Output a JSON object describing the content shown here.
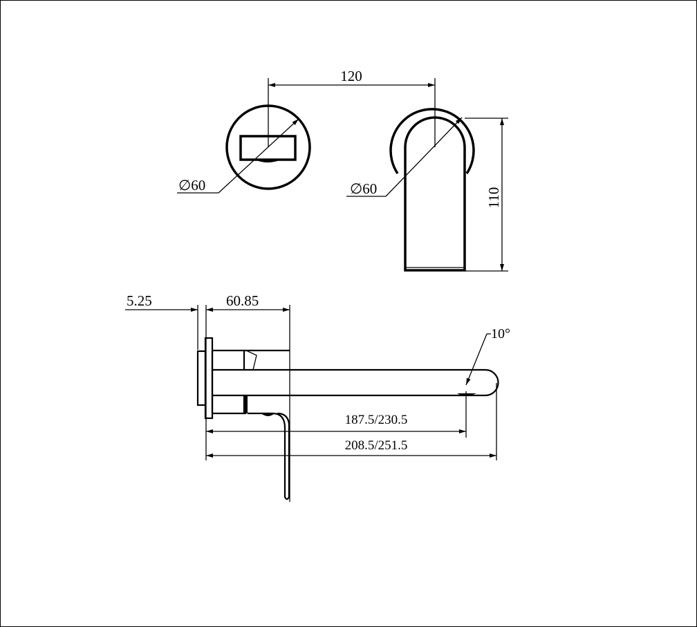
{
  "drawing": {
    "line_color": "#000000",
    "background": "#ffffff",
    "dimensions": {
      "spout_centres": "120",
      "plate_diameter_left": "∅60",
      "plate_diameter_right": "∅60",
      "spout_height": "110",
      "plate_thickness": "5.25",
      "body_depth": "60.85",
      "spout_angle": "10°",
      "spout_reach_outlet": "187.5/230.5",
      "spout_reach_total": "208.5/251.5"
    }
  }
}
